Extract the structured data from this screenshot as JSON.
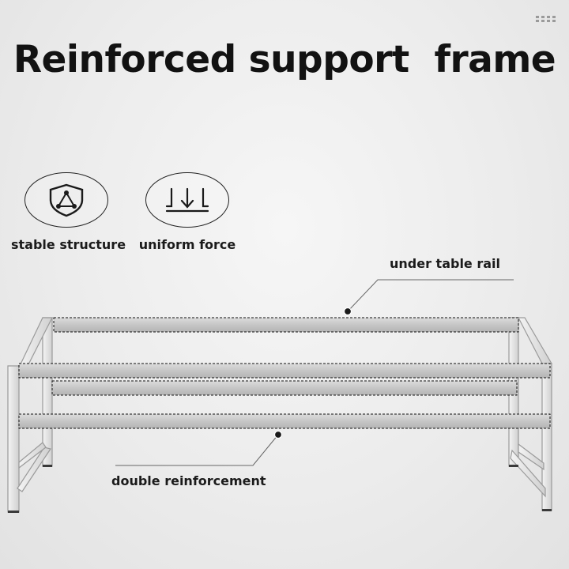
{
  "title": "Reinforced support  frame",
  "features": [
    {
      "icon": "shield-triangle-icon",
      "label": "stable structure"
    },
    {
      "icon": "downward-force-icon",
      "label": "uniform force"
    }
  ],
  "callouts": {
    "top": "under table rail",
    "bottom": "double reinforcement"
  },
  "colors": {
    "text": "#121212",
    "rail_fill": "#c9c9c9",
    "frame_stroke": "#9a9a9a",
    "background": "#ececec"
  }
}
